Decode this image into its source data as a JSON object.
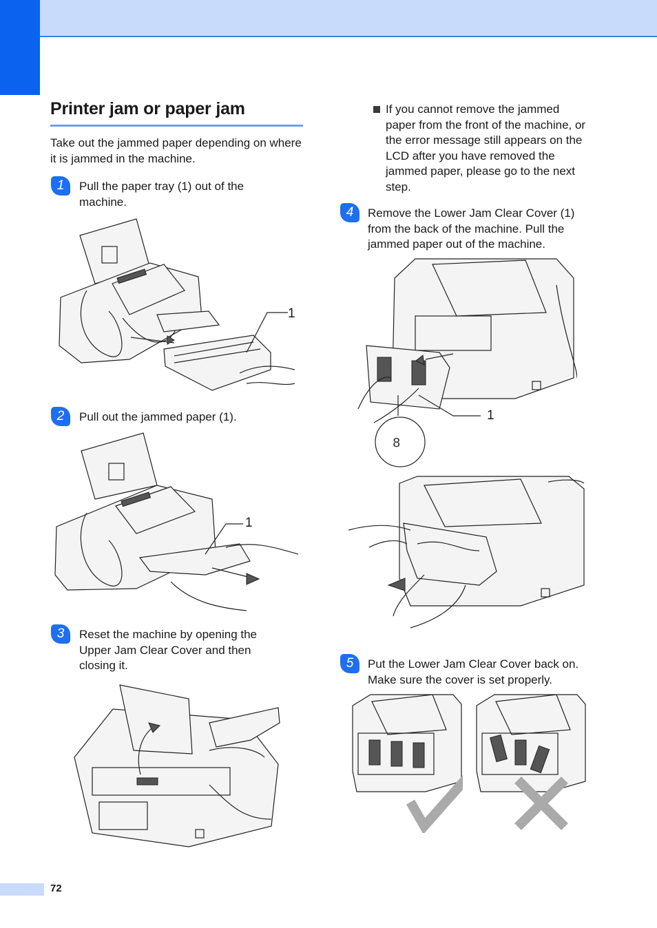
{
  "page": {
    "number": "72"
  },
  "section": {
    "title": "Printer jam or paper jam",
    "intro": "Take out the jammed paper depending on where it is jammed in the machine."
  },
  "steps": [
    {
      "num": "1",
      "text": "Pull the paper tray (1) out of the machine.",
      "callout": "1"
    },
    {
      "num": "2",
      "text": "Pull out the jammed paper (1).",
      "callout": "1"
    },
    {
      "num": "3",
      "text": "Reset the machine by opening the Upper Jam Clear Cover and then closing it."
    },
    {
      "num": "4",
      "text": "Remove the Lower Jam Clear Cover (1) from the back of the machine. Pull the jammed paper out of the machine.",
      "callout": "1"
    },
    {
      "num": "5",
      "text": "Put the Lower Jam Clear Cover back on. Make sure the cover is set properly."
    }
  ],
  "bullet": {
    "text": "If you cannot remove the jammed paper from the front of the machine, or the error message still appears on the LCD after you have removed the jammed paper, please go to the next step."
  },
  "colors": {
    "accent": "#0a62ee",
    "band": "#c9dbfb",
    "rule": "#6f9fe9"
  }
}
